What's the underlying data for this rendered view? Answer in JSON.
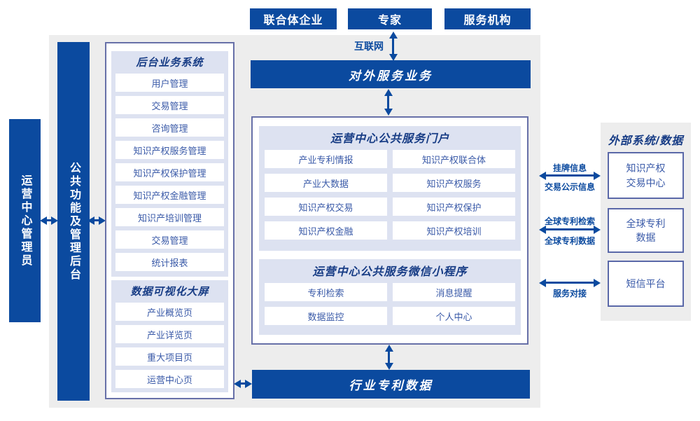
{
  "colors": {
    "primary_blue": "#0b4a9f",
    "panel_gray": "#ededed",
    "panel_lavender": "#dde2f1",
    "box_border": "#6770a8",
    "item_text": "#3a5aa8",
    "header_text": "#173c85"
  },
  "top_entities": [
    "联合体企业",
    "专家",
    "服务机构"
  ],
  "labels": {
    "internet": "互联网",
    "external_service": "对外服务业务",
    "admin": "运营中心管理员",
    "backend": "公共功能及管理后台",
    "industry_data": "行业专利数据"
  },
  "left_box": {
    "sections": [
      {
        "title": "后台业务系统",
        "items": [
          "用户管理",
          "交易管理",
          "咨询管理",
          "知识产权服务管理",
          "知识产权保护管理",
          "知识产权金融管理",
          "知识产培训管理",
          "交易管理",
          "统计报表"
        ]
      },
      {
        "title": "数据可视化大屏",
        "items": [
          "产业概览页",
          "产业详览页",
          "重大项目页",
          "运营中心页"
        ]
      }
    ]
  },
  "center_box": {
    "sections": [
      {
        "title": "运营中心公共服务门户",
        "items": [
          "产业专利情报",
          "知识产权联合体",
          "产业大数据",
          "知识产权服务",
          "知识产权交易",
          "知识产权保护",
          "知识产权金融",
          "知识产权培训"
        ]
      },
      {
        "title": "运营中心公共服务微信小程序",
        "items": [
          "专利检索",
          "消息提醒",
          "数据监控",
          "个人中心"
        ]
      }
    ]
  },
  "links": [
    {
      "top": "挂牌信息",
      "bottom": "交易公示信息"
    },
    {
      "top": "全球专利检索",
      "bottom": "全球专利数据"
    },
    {
      "top": "",
      "bottom": "服务对接"
    }
  ],
  "external_panel": {
    "title": "外部系统/数据",
    "items": [
      "知识产权\n交易中心",
      "全球专利\n数据",
      "短信平台"
    ]
  }
}
